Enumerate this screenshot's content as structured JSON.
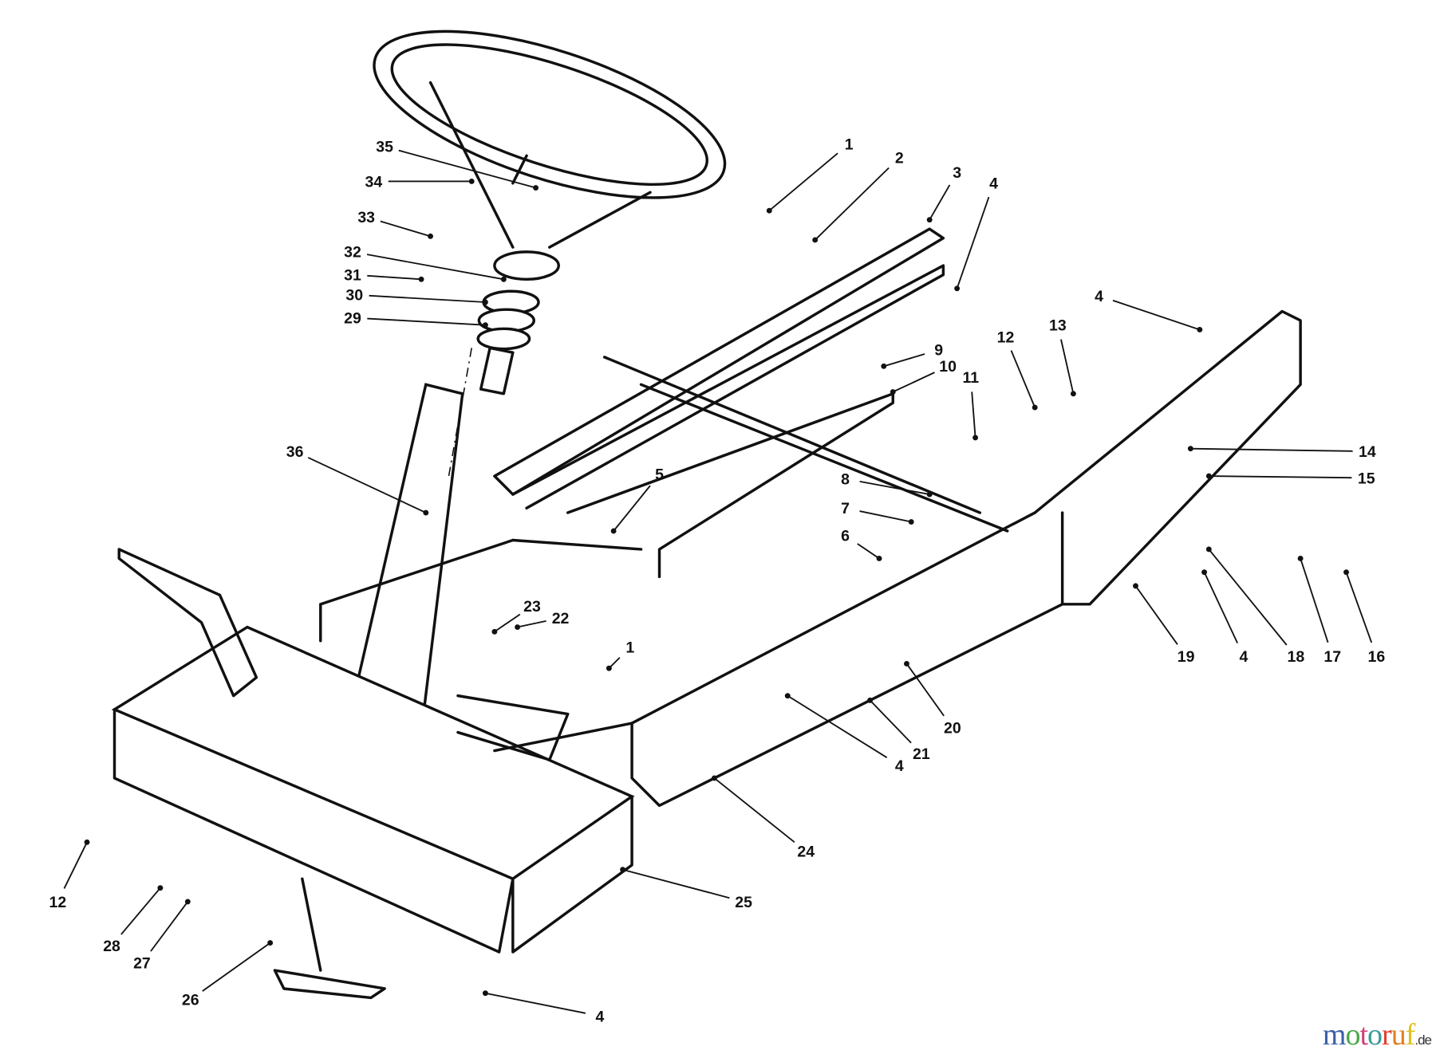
{
  "diagram": {
    "title": "Steering and frame assembly exploded parts diagram",
    "labels": [
      "1",
      "2",
      "3",
      "4",
      "35",
      "34",
      "33",
      "32",
      "31",
      "30",
      "29",
      "36",
      "5",
      "9",
      "10",
      "11",
      "12",
      "13",
      "4",
      "14",
      "15",
      "8",
      "7",
      "6",
      "23",
      "22",
      "1",
      "19",
      "4",
      "18",
      "17",
      "16",
      "20",
      "21",
      "4",
      "24",
      "25",
      "12",
      "28",
      "27",
      "26",
      "4"
    ]
  },
  "watermark": {
    "letters": [
      "m",
      "o",
      "t",
      "o",
      "r",
      "u",
      "f"
    ],
    "suffix": ".de",
    "colors": [
      "#3a5fa8",
      "#4aa84a",
      "#d0407a",
      "#3a9a9a",
      "#e04030",
      "#e08020",
      "#e0c020"
    ]
  }
}
